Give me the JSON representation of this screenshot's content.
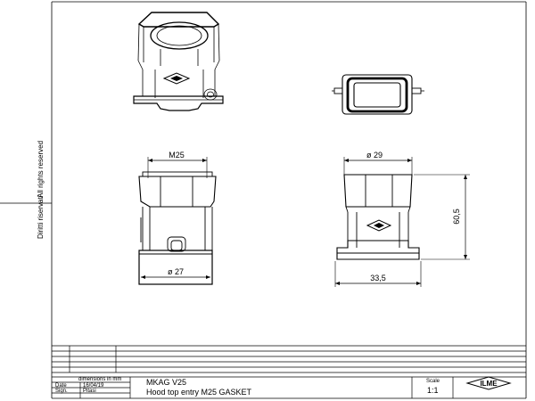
{
  "side_text": {
    "rights_1": "All rights reserved",
    "rights_2": "Diritti riservati"
  },
  "dimensions": {
    "top_left": "M25",
    "bottom_left": "ø 27",
    "top_right": "ø 29",
    "bottom_right": "33,5",
    "height_right": "60,5"
  },
  "title_block": {
    "units_note": "dimensions in mm",
    "date_label": "Date",
    "date_value": "16/04/19",
    "sign_label": "Sign.",
    "sign_value": "Pitasi",
    "code": "MKAG V25",
    "description": "Hood top entry M25 GASKET",
    "scale_label": "Scale",
    "scale_value": "1:1",
    "logo_text": "ILME"
  }
}
